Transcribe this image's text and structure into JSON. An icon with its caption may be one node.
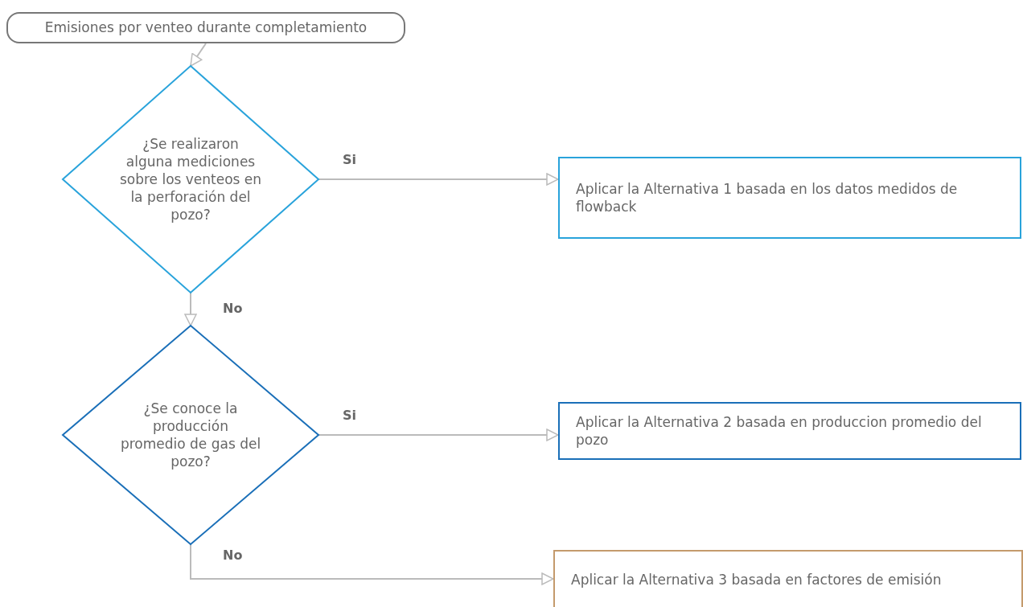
{
  "diagram": {
    "nodes": [
      {
        "text": [
          "Emisiones por venteo durante completamiento"
        ]
      },
      {
        "text": [
          "¿Se realizaron alguna mediciones sobre los venteos en la perforación del pozo?"
        ]
      },
      {
        "text": [
          "Aplicar la Alternativa 1 basada en los datos medidos de flowback"
        ]
      },
      {
        "text": [
          "¿Se conoce la producción promedio de gas del pozo?"
        ]
      },
      {
        "text": [
          "Aplicar la Alternativa 2 basada en produccion promedio del pozo"
        ]
      },
      {
        "text": [
          "Aplicar la Alternativa 3 basada en factores de emisión"
        ]
      }
    ],
    "edges": [
      {
        "from": 0,
        "to": 1,
        "arrow": "to"
      },
      {
        "from": 1,
        "to": 2,
        "arrow": "to",
        "label": "Si"
      },
      {
        "from": 1,
        "to": 3,
        "arrow": "to",
        "label": "No"
      },
      {
        "from": 3,
        "to": 4,
        "arrow": "to",
        "label": "Si"
      },
      {
        "from": 3,
        "to": 5,
        "arrow": "to",
        "label": "No"
      }
    ]
  }
}
